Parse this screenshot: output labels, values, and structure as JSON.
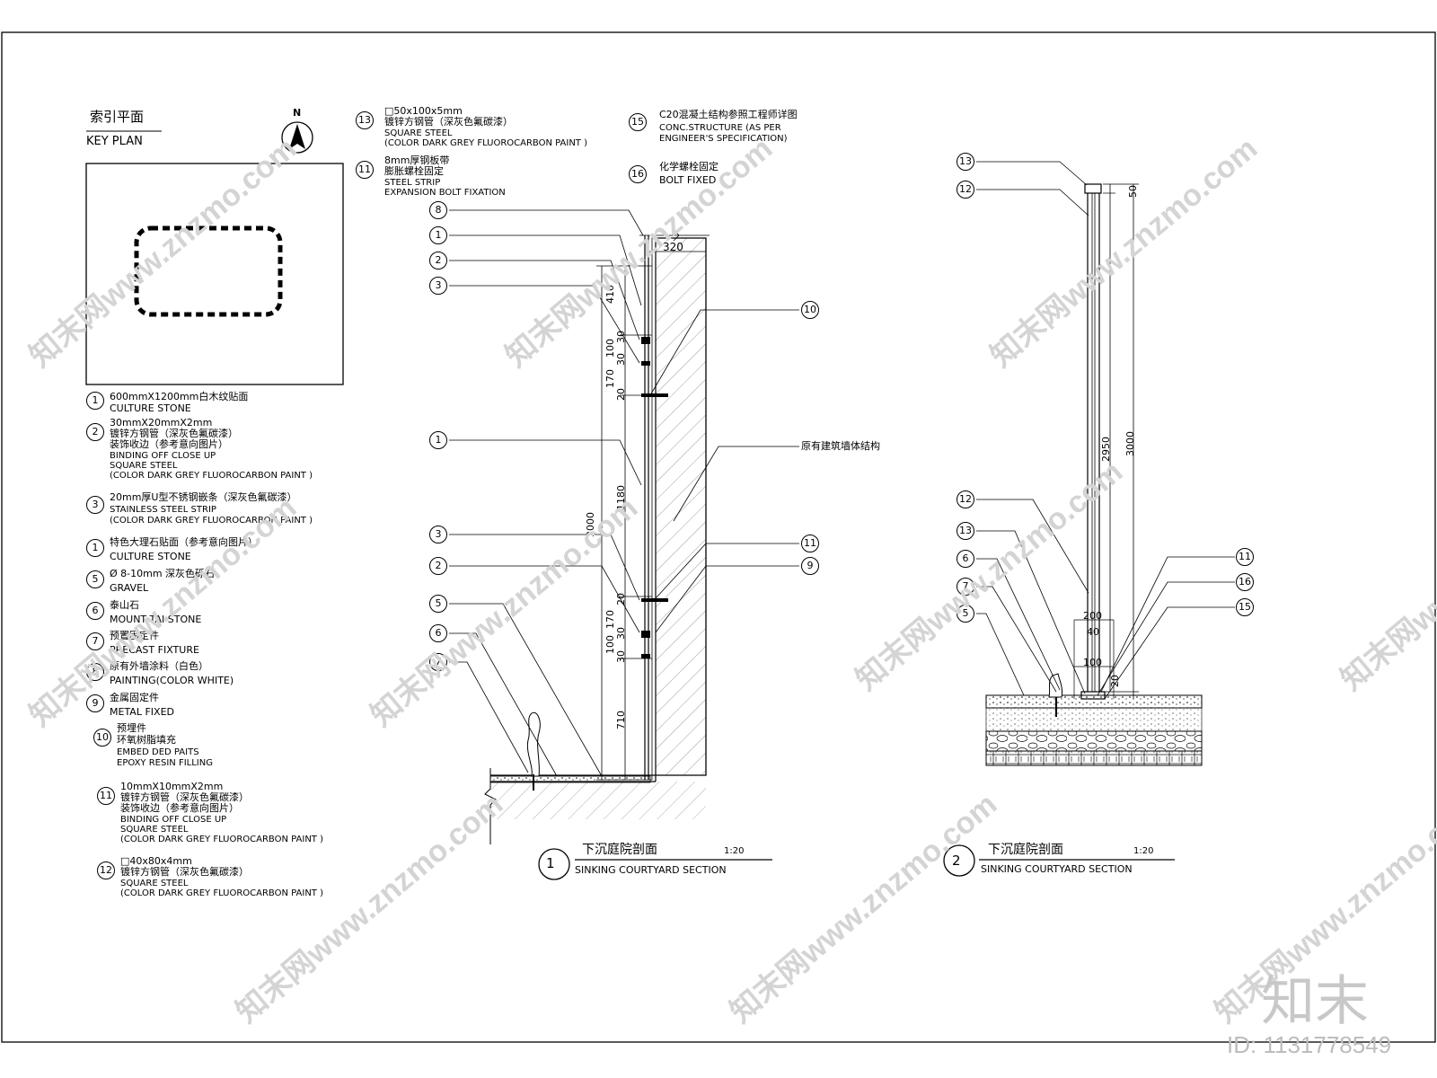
{
  "key_plan": {
    "title_cn": "索引平面",
    "title_en": "KEY PLAN",
    "north": "N"
  },
  "legend": [
    {
      "no": "1",
      "lines": [
        "600mmX1200mm白木纹贴面",
        "CULTURE STONE"
      ]
    },
    {
      "no": "2",
      "lines": [
        "30mmX20mmX2mm",
        "镀锌方钢管（深灰色氟碳漆）",
        "装饰收边（参考意向图片）",
        "BINDING OFF CLOSE UP",
        "SQUARE STEEL",
        "(COLOR DARK GREY FLUOROCARBON PAINT )"
      ]
    },
    {
      "no": "3",
      "lines": [
        "20mm厚U型不锈钢嵌条（深灰色氟碳漆）",
        "STAINLESS STEEL STRIP",
        "(COLOR DARK GREY FLUOROCARBON PAINT )"
      ]
    },
    {
      "no": "1",
      "lines": [
        "特色大理石贴面（参考意向图片）",
        "CULTURE STONE"
      ]
    },
    {
      "no": "5",
      "lines": [
        "Ø 8-10mm  深灰色砾石",
        "GRAVEL"
      ]
    },
    {
      "no": "6",
      "lines": [
        "泰山石",
        "MOUNT TAI STONE"
      ]
    },
    {
      "no": "7",
      "lines": [
        "预置固定件",
        "PRECAST FIXTURE"
      ]
    },
    {
      "no": "8",
      "lines": [
        "原有外墙涂料（白色）",
        "PAINTING(COLOR WHITE)"
      ]
    },
    {
      "no": "9",
      "lines": [
        "金属固定件",
        "METAL FIXED"
      ]
    },
    {
      "no": "10",
      "lines": [
        "预埋件",
        "环氧树脂填充",
        "EMBED DED PAITS",
        "EPOXY RESIN FILLING"
      ]
    },
    {
      "no": "11",
      "lines": [
        "10mmX10mmX2mm",
        "镀锌方钢管（深灰色氟碳漆）",
        "装饰收边（参考意向图片）",
        "BINDING OFF CLOSE UP",
        "SQUARE STEEL",
        "(COLOR DARK GREY FLUOROCARBON PAINT )"
      ]
    },
    {
      "no": "12",
      "lines": [
        "□40x80x4mm",
        "镀锌方钢管（深灰色氟碳漆）",
        "SQUARE STEEL",
        "(COLOR DARK GREY FLUOROCARBON PAINT )"
      ]
    }
  ],
  "top_notes": [
    {
      "no": "13",
      "lines": [
        "□50x100x5mm",
        "镀锌方钢管（深灰色氟碳漆）",
        "SQUARE STEEL",
        "(COLOR DARK GREY FLUOROCARBON PAINT )"
      ]
    },
    {
      "no": "11",
      "lines": [
        "8mm厚钢板带",
        "膨胀螺栓固定",
        "STEEL STRIP",
        "EXPANSION BOLT FIXATION"
      ]
    },
    {
      "no": "15",
      "lines": [
        "C20混凝土结构参照工程师详图",
        "CONC.STRUCTURE (AS PER",
        "ENGINEER'S SPECIFICATION)"
      ]
    },
    {
      "no": "16",
      "lines": [
        "化学螺栓固定",
        "BOLT FIXED"
      ]
    }
  ],
  "section1": {
    "no": "1",
    "title_cn": "下沉庭院剖面",
    "scale": "1:20",
    "title_en": "SINKING COURTYARD SECTION",
    "wall_note": "原有建筑墙体结构",
    "dims": [
      "320",
      "410",
      "30",
      "100",
      "30",
      "170",
      "20",
      "1180",
      "3000",
      "20",
      "170",
      "30",
      "100",
      "30",
      "710"
    ],
    "callouts_left": [
      "8",
      "1",
      "2",
      "3",
      "1",
      "3",
      "2",
      "5",
      "6",
      "7"
    ],
    "callouts_right": [
      "10",
      "11",
      "9"
    ]
  },
  "section2": {
    "no": "2",
    "title_cn": "下沉庭院剖面",
    "scale": "1:20",
    "title_en": "SINKING COURTYARD SECTION",
    "dims": [
      "50",
      "2950",
      "3000",
      "200",
      "40",
      "100",
      "20"
    ],
    "callouts_left": [
      "13",
      "12",
      "12",
      "13",
      "6",
      "7",
      "5"
    ],
    "callouts_right": [
      "11",
      "16",
      "15"
    ]
  },
  "watermark": {
    "text": "知末网www.znzmo.com",
    "logo": "知末",
    "id": "ID: 1131778549"
  }
}
